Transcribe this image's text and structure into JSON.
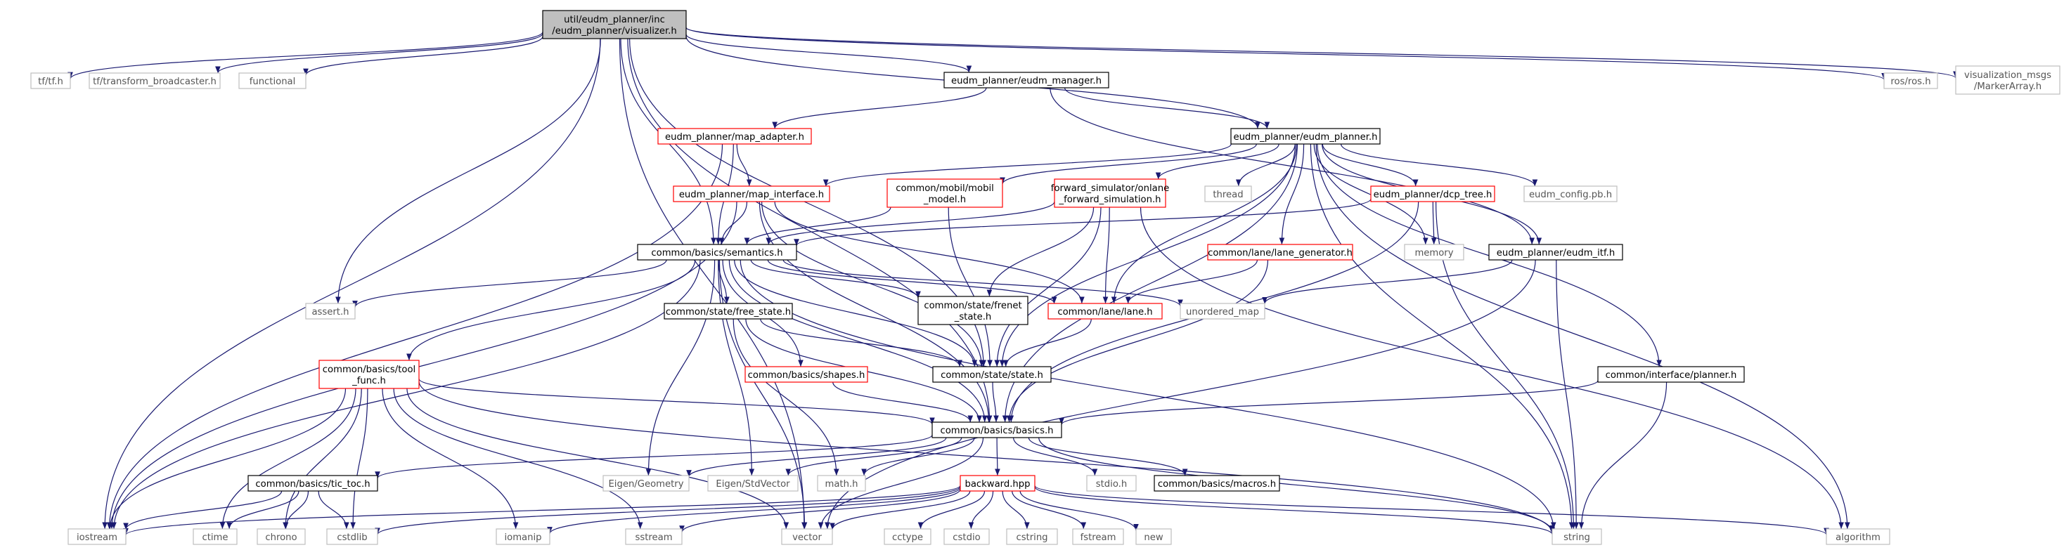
{
  "colors": {
    "edge": "#191970",
    "border_black": "#000000",
    "border_red": "#ff0000",
    "border_gray": "#bfbfbf",
    "root_fill": "#bfbfbf",
    "text": "#000000",
    "text_gray": "#555555"
  },
  "nodes": [
    {
      "id": "root",
      "lines": [
        "util/eudm_planner/inc",
        "/eudm_planner/visualizer.h"
      ],
      "style": "root"
    },
    {
      "id": "tf",
      "lines": [
        "tf/tf.h"
      ],
      "style": "gray"
    },
    {
      "id": "tfb",
      "lines": [
        "tf/transform_broadcaster.h"
      ],
      "style": "gray"
    },
    {
      "id": "functional",
      "lines": [
        "functional"
      ],
      "style": "gray"
    },
    {
      "id": "manager",
      "lines": [
        "eudm_planner/eudm_manager.h"
      ],
      "style": "black"
    },
    {
      "id": "rosh",
      "lines": [
        "ros/ros.h"
      ],
      "style": "gray"
    },
    {
      "id": "vismsgs",
      "lines": [
        "visualization_msgs",
        "/MarkerArray.h"
      ],
      "style": "gray"
    },
    {
      "id": "adapter",
      "lines": [
        "eudm_planner/map_adapter.h"
      ],
      "style": "red"
    },
    {
      "id": "planner",
      "lines": [
        "eudm_planner/eudm_planner.h"
      ],
      "style": "black"
    },
    {
      "id": "mapif",
      "lines": [
        "eudm_planner/map_interface.h"
      ],
      "style": "red"
    },
    {
      "id": "mobil",
      "lines": [
        "common/mobil/mobil",
        "_model.h"
      ],
      "style": "red"
    },
    {
      "id": "fwdsim",
      "lines": [
        "forward_simulator/onlane",
        "_forward_simulation.h"
      ],
      "style": "red"
    },
    {
      "id": "thread",
      "lines": [
        "thread"
      ],
      "style": "gray"
    },
    {
      "id": "dcp",
      "lines": [
        "eudm_planner/dcp_tree.h"
      ],
      "style": "red"
    },
    {
      "id": "config",
      "lines": [
        "eudm_config.pb.h"
      ],
      "style": "gray"
    },
    {
      "id": "semantics",
      "lines": [
        "common/basics/semantics.h"
      ],
      "style": "black"
    },
    {
      "id": "lanegen",
      "lines": [
        "common/lane/lane_generator.h"
      ],
      "style": "red"
    },
    {
      "id": "memory",
      "lines": [
        "memory"
      ],
      "style": "gray"
    },
    {
      "id": "itf",
      "lines": [
        "eudm_planner/eudm_itf.h"
      ],
      "style": "black"
    },
    {
      "id": "assert",
      "lines": [
        "assert.h"
      ],
      "style": "gray"
    },
    {
      "id": "freestate",
      "lines": [
        "common/state/free_state.h"
      ],
      "style": "black"
    },
    {
      "id": "frenet",
      "lines": [
        "common/state/frenet",
        "_state.h"
      ],
      "style": "black"
    },
    {
      "id": "lane",
      "lines": [
        "common/lane/lane.h"
      ],
      "style": "red"
    },
    {
      "id": "umap",
      "lines": [
        "unordered_map"
      ],
      "style": "gray"
    },
    {
      "id": "toolfunc",
      "lines": [
        "common/basics/tool",
        "_func.h"
      ],
      "style": "red"
    },
    {
      "id": "shapes",
      "lines": [
        "common/basics/shapes.h"
      ],
      "style": "red"
    },
    {
      "id": "state",
      "lines": [
        "common/state/state.h"
      ],
      "style": "black"
    },
    {
      "id": "iplanner",
      "lines": [
        "common/interface/planner.h"
      ],
      "style": "black"
    },
    {
      "id": "basics",
      "lines": [
        "common/basics/basics.h"
      ],
      "style": "black"
    },
    {
      "id": "tictoc",
      "lines": [
        "common/basics/tic_toc.h"
      ],
      "style": "black"
    },
    {
      "id": "eigeng",
      "lines": [
        "Eigen/Geometry"
      ],
      "style": "gray"
    },
    {
      "id": "eigenv",
      "lines": [
        "Eigen/StdVector"
      ],
      "style": "gray"
    },
    {
      "id": "mathh",
      "lines": [
        "math.h"
      ],
      "style": "gray"
    },
    {
      "id": "backward",
      "lines": [
        "backward.hpp"
      ],
      "style": "red"
    },
    {
      "id": "stdio",
      "lines": [
        "stdio.h"
      ],
      "style": "gray"
    },
    {
      "id": "macros",
      "lines": [
        "common/basics/macros.h"
      ],
      "style": "black"
    },
    {
      "id": "iostream",
      "lines": [
        "iostream"
      ],
      "style": "gray"
    },
    {
      "id": "ctime",
      "lines": [
        "ctime"
      ],
      "style": "gray"
    },
    {
      "id": "chrono",
      "lines": [
        "chrono"
      ],
      "style": "gray"
    },
    {
      "id": "cstdlib",
      "lines": [
        "cstdlib"
      ],
      "style": "gray"
    },
    {
      "id": "iomanip",
      "lines": [
        "iomanip"
      ],
      "style": "gray"
    },
    {
      "id": "sstream",
      "lines": [
        "sstream"
      ],
      "style": "gray"
    },
    {
      "id": "vector",
      "lines": [
        "vector"
      ],
      "style": "gray"
    },
    {
      "id": "cctype",
      "lines": [
        "cctype"
      ],
      "style": "gray"
    },
    {
      "id": "cstdio",
      "lines": [
        "cstdio"
      ],
      "style": "gray"
    },
    {
      "id": "cstring",
      "lines": [
        "cstring"
      ],
      "style": "gray"
    },
    {
      "id": "fstream",
      "lines": [
        "fstream"
      ],
      "style": "gray"
    },
    {
      "id": "new",
      "lines": [
        "new"
      ],
      "style": "gray"
    },
    {
      "id": "string",
      "lines": [
        "string"
      ],
      "style": "gray"
    },
    {
      "id": "algorithm",
      "lines": [
        "algorithm"
      ],
      "style": "gray"
    }
  ],
  "edges": [
    [
      "root",
      "tf"
    ],
    [
      "root",
      "tfb"
    ],
    [
      "root",
      "functional"
    ],
    [
      "root",
      "manager"
    ],
    [
      "root",
      "rosh"
    ],
    [
      "root",
      "vismsgs"
    ],
    [
      "root",
      "assert"
    ],
    [
      "root",
      "iostream"
    ],
    [
      "root",
      "semantics"
    ],
    [
      "root",
      "state"
    ],
    [
      "root",
      "vector"
    ],
    [
      "root",
      "planner"
    ],
    [
      "root",
      "basics"
    ],
    [
      "manager",
      "adapter"
    ],
    [
      "manager",
      "planner"
    ],
    [
      "manager",
      "itf"
    ],
    [
      "adapter",
      "mapif"
    ],
    [
      "adapter",
      "semantics"
    ],
    [
      "adapter",
      "iostream"
    ],
    [
      "planner",
      "mapif"
    ],
    [
      "planner",
      "mobil"
    ],
    [
      "planner",
      "fwdsim"
    ],
    [
      "planner",
      "thread"
    ],
    [
      "planner",
      "dcp"
    ],
    [
      "planner",
      "config"
    ],
    [
      "planner",
      "lanegen"
    ],
    [
      "planner",
      "memory"
    ],
    [
      "planner",
      "itf"
    ],
    [
      "planner",
      "lane"
    ],
    [
      "planner",
      "state"
    ],
    [
      "planner",
      "basics"
    ],
    [
      "planner",
      "string"
    ],
    [
      "planner",
      "algorithm"
    ],
    [
      "planner",
      "iplanner"
    ],
    [
      "mapif",
      "semantics"
    ],
    [
      "mapif",
      "lane"
    ],
    [
      "mapif",
      "state"
    ],
    [
      "mapif",
      "iostream"
    ],
    [
      "mapif",
      "basics"
    ],
    [
      "mobil",
      "semantics"
    ],
    [
      "mobil",
      "state"
    ],
    [
      "fwdsim",
      "semantics"
    ],
    [
      "fwdsim",
      "lane"
    ],
    [
      "fwdsim",
      "frenet"
    ],
    [
      "fwdsim",
      "state"
    ],
    [
      "fwdsim",
      "algorithm"
    ],
    [
      "dcp",
      "semantics"
    ],
    [
      "dcp",
      "memory"
    ],
    [
      "dcp",
      "basics"
    ],
    [
      "dcp",
      "string"
    ],
    [
      "lanegen",
      "lane"
    ],
    [
      "lanegen",
      "basics"
    ],
    [
      "itf",
      "umap"
    ],
    [
      "itf",
      "string"
    ],
    [
      "itf",
      "vector"
    ],
    [
      "semantics",
      "assert"
    ],
    [
      "semantics",
      "freestate"
    ],
    [
      "semantics",
      "frenet"
    ],
    [
      "semantics",
      "lane"
    ],
    [
      "semantics",
      "umap"
    ],
    [
      "semantics",
      "toolfunc"
    ],
    [
      "semantics",
      "shapes"
    ],
    [
      "semantics",
      "state"
    ],
    [
      "semantics",
      "basics"
    ],
    [
      "semantics",
      "eigeng"
    ],
    [
      "semantics",
      "eigenv"
    ],
    [
      "semantics",
      "iostream"
    ],
    [
      "semantics",
      "vector"
    ],
    [
      "semantics",
      "string"
    ],
    [
      "freestate",
      "state"
    ],
    [
      "freestate",
      "mathh"
    ],
    [
      "freestate",
      "basics"
    ],
    [
      "lane",
      "state"
    ],
    [
      "toolfunc",
      "basics"
    ],
    [
      "toolfunc",
      "iostream"
    ],
    [
      "toolfunc",
      "ctime"
    ],
    [
      "toolfunc",
      "chrono"
    ],
    [
      "toolfunc",
      "cstdlib"
    ],
    [
      "toolfunc",
      "iomanip"
    ],
    [
      "toolfunc",
      "sstream"
    ],
    [
      "toolfunc",
      "vector"
    ],
    [
      "toolfunc",
      "string"
    ],
    [
      "shapes",
      "basics"
    ],
    [
      "state",
      "basics"
    ],
    [
      "iplanner",
      "basics"
    ],
    [
      "iplanner",
      "string"
    ],
    [
      "basics",
      "tictoc"
    ],
    [
      "basics",
      "eigeng"
    ],
    [
      "basics",
      "eigenv"
    ],
    [
      "basics",
      "mathh"
    ],
    [
      "basics",
      "backward"
    ],
    [
      "basics",
      "stdio"
    ],
    [
      "basics",
      "macros"
    ],
    [
      "basics",
      "vector"
    ],
    [
      "basics",
      "string"
    ],
    [
      "tictoc",
      "iostream"
    ],
    [
      "tictoc",
      "ctime"
    ],
    [
      "tictoc",
      "chrono"
    ],
    [
      "tictoc",
      "cstdlib"
    ],
    [
      "backward",
      "iostream"
    ],
    [
      "backward",
      "cstdlib"
    ],
    [
      "backward",
      "iomanip"
    ],
    [
      "backward",
      "sstream"
    ],
    [
      "backward",
      "vector"
    ],
    [
      "backward",
      "cctype"
    ],
    [
      "backward",
      "cstdio"
    ],
    [
      "backward",
      "cstring"
    ],
    [
      "backward",
      "fstream"
    ],
    [
      "backward",
      "new"
    ],
    [
      "backward",
      "string"
    ],
    [
      "backward",
      "algorithm"
    ]
  ]
}
